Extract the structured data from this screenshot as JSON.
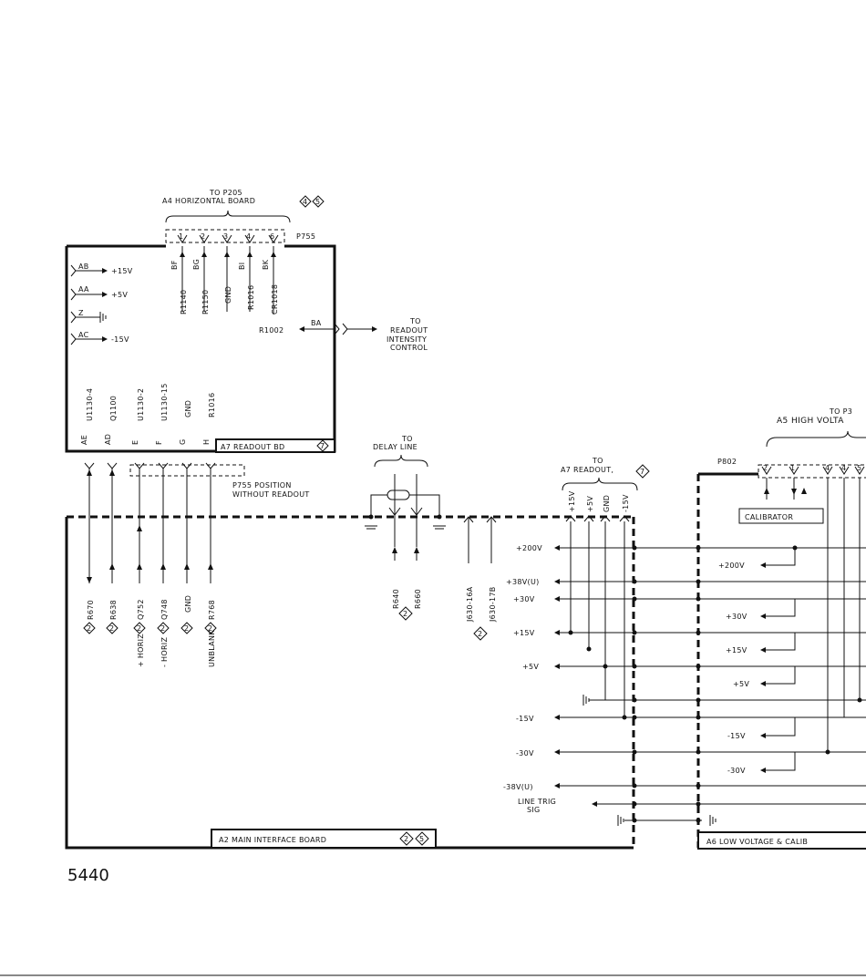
{
  "top_connector": {
    "to": "TO P205",
    "board": "A4 HORIZONTAL BOARD",
    "refs": [
      "4",
      "5"
    ],
    "plug": "P755",
    "pins": [
      "1",
      "2",
      "3",
      "4",
      "6"
    ],
    "wire_letters": [
      "BF",
      "BG",
      "BI",
      "BK"
    ],
    "wires": [
      "R1140",
      "R1150",
      "GND",
      "R1016",
      "CR1018"
    ]
  },
  "a7_board": {
    "label": "A7 READOUT BD",
    "ref": "7",
    "left_pins": [
      {
        "pin": "AB",
        "label": "+15V"
      },
      {
        "pin": "AA",
        "label": "+5V"
      },
      {
        "pin": "Z",
        "label": ""
      },
      {
        "pin": "AC",
        "label": "-15V"
      }
    ],
    "ba_pin": "BA",
    "r1002": "R1002",
    "readout_to": "TO",
    "readout_l1": "READOUT",
    "readout_l2": "INTENSITY",
    "readout_l3": "CONTROL",
    "bottom_wires": [
      "U1130-4",
      "Q1100",
      "U1130-2",
      "U1130-15",
      "GND",
      "R1016"
    ],
    "bottom_pins": [
      "AE",
      "AD",
      "E",
      "F",
      "G",
      "H"
    ]
  },
  "p755_note_l1": "P755 POSITION",
  "p755_note_l2": "WITHOUT READOUT",
  "delay_to": "TO",
  "delay_line": "DELAY LINE",
  "a7_readout_to": "TO",
  "a7_readout": "A7 READOUT,",
  "a7_readout_ref": "7",
  "a7_readout_pins": [
    "+15V",
    "+5V",
    "GND",
    "-15V"
  ],
  "a2_board": {
    "label": "A2 MAIN INTERFACE BOARD",
    "refs": [
      "2",
      "5"
    ],
    "left_wires": [
      {
        "id": "R670",
        "ref": "2",
        "signal": ""
      },
      {
        "id": "R638",
        "ref": "2",
        "signal": ""
      },
      {
        "id": "Q752",
        "ref": "2",
        "signal": "+ HORIZ"
      },
      {
        "id": "Q748",
        "ref": "2",
        "signal": "- HORIZ"
      },
      {
        "id": "GND",
        "ref": "2",
        "signal": ""
      },
      {
        "id": "R768",
        "ref": "2",
        "signal": "UNBLANK"
      }
    ],
    "delay_wires": [
      "R640",
      "R660"
    ],
    "delay_ref": "2",
    "j_wires": [
      "J630-16A",
      "J630-17B"
    ],
    "j_ref": "2",
    "rails": [
      "+200V",
      "+38V(U)",
      "+30V",
      "+15V",
      "+5V",
      "-15V",
      "-30V",
      "-38V(U)"
    ],
    "line_trig_l1": "LINE TRIG",
    "line_trig_l2": "SIG"
  },
  "a6_board": {
    "label": "A6 LOW VOLTAGE & CALIB",
    "plug": "P802",
    "pins": [
      "2",
      "1",
      "4",
      "4",
      "5"
    ],
    "calibrator": "CALIBRATOR",
    "rails": [
      "+200V",
      "+30V",
      "+15V",
      "+5V",
      "-15V",
      "-30V"
    ]
  },
  "a5_to": "TO P3",
  "a5_board": "A5 HIGH VOLTA",
  "figure_number": "5440"
}
